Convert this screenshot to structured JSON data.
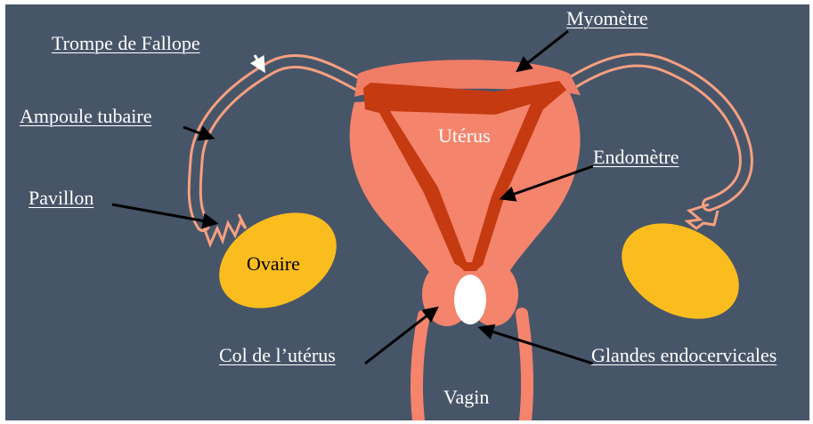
{
  "colors": {
    "background": "#475569",
    "uterus_fill": "#f4846c",
    "myometrium_top": "#f07d66",
    "endometrium": "#c53a10",
    "tube_stroke": "#f6a07f",
    "ovary": "#fbbd1e",
    "glands": "#ffffff",
    "label_text": "#ffffff",
    "arrow": "#000000"
  },
  "labels": {
    "trompe": "Trompe de Fallope",
    "ampoule": "Ampoule tubaire",
    "pavillon": "Pavillon",
    "ovaire": "Ovaire",
    "myometre": "Myomètre",
    "uterus": "Utérus",
    "endometre": "Endomètre",
    "col": "Col de l’utérus",
    "glandes": "Glandes endocervicales",
    "vagin": "Vagin"
  }
}
